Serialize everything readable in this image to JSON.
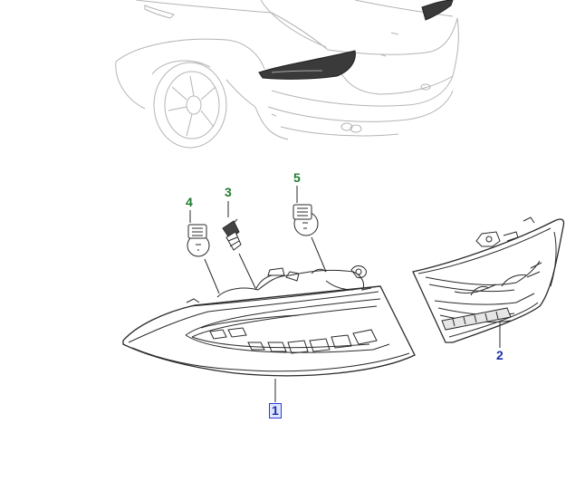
{
  "colors": {
    "car_outline": "#b4b4b4",
    "part_outline": "#2a2a2a",
    "lamp_dark": "#3a3a3a",
    "callout_green": "#1f7a2e",
    "callout_blue": "#1c2fa8",
    "highlight": "#2b3fd1"
  },
  "diagram": {
    "callouts": [
      {
        "id": "c1",
        "label": "1",
        "color": "blue",
        "selected": true
      },
      {
        "id": "c2",
        "label": "2",
        "color": "blue",
        "selected": false
      },
      {
        "id": "c3",
        "label": "3",
        "color": "green",
        "selected": false
      },
      {
        "id": "c4",
        "label": "4",
        "color": "green",
        "selected": false
      },
      {
        "id": "c5",
        "label": "5",
        "color": "green",
        "selected": false
      }
    ]
  }
}
